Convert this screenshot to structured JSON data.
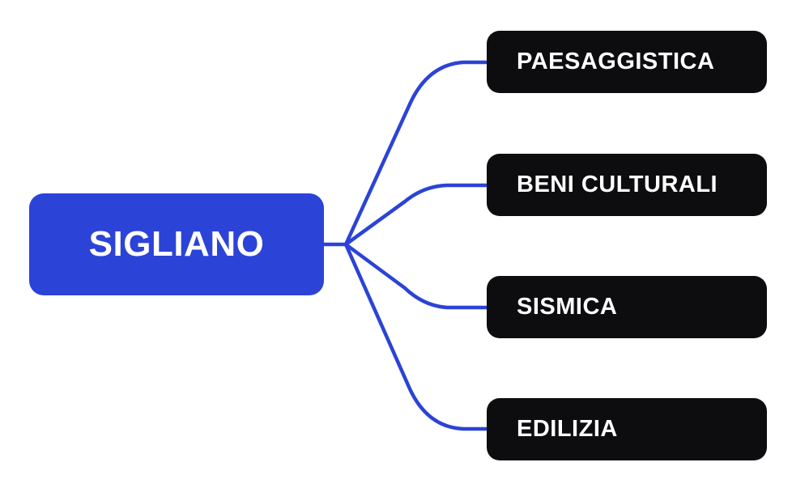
{
  "diagram": {
    "type": "mindmap",
    "background_color": "#ffffff",
    "connector_color": "#2b43d6",
    "root": {
      "label": "SIGLIANO",
      "fill_color": "#2b43d6",
      "text_color": "#ffffff"
    },
    "children": [
      {
        "label": "PAESAGGISTICA"
      },
      {
        "label": "BENI CULTURALI"
      },
      {
        "label": "SISMICA"
      },
      {
        "label": "EDILIZIA"
      }
    ],
    "child_fill_color": "#0d0d0f",
    "child_text_color": "#ffffff"
  }
}
